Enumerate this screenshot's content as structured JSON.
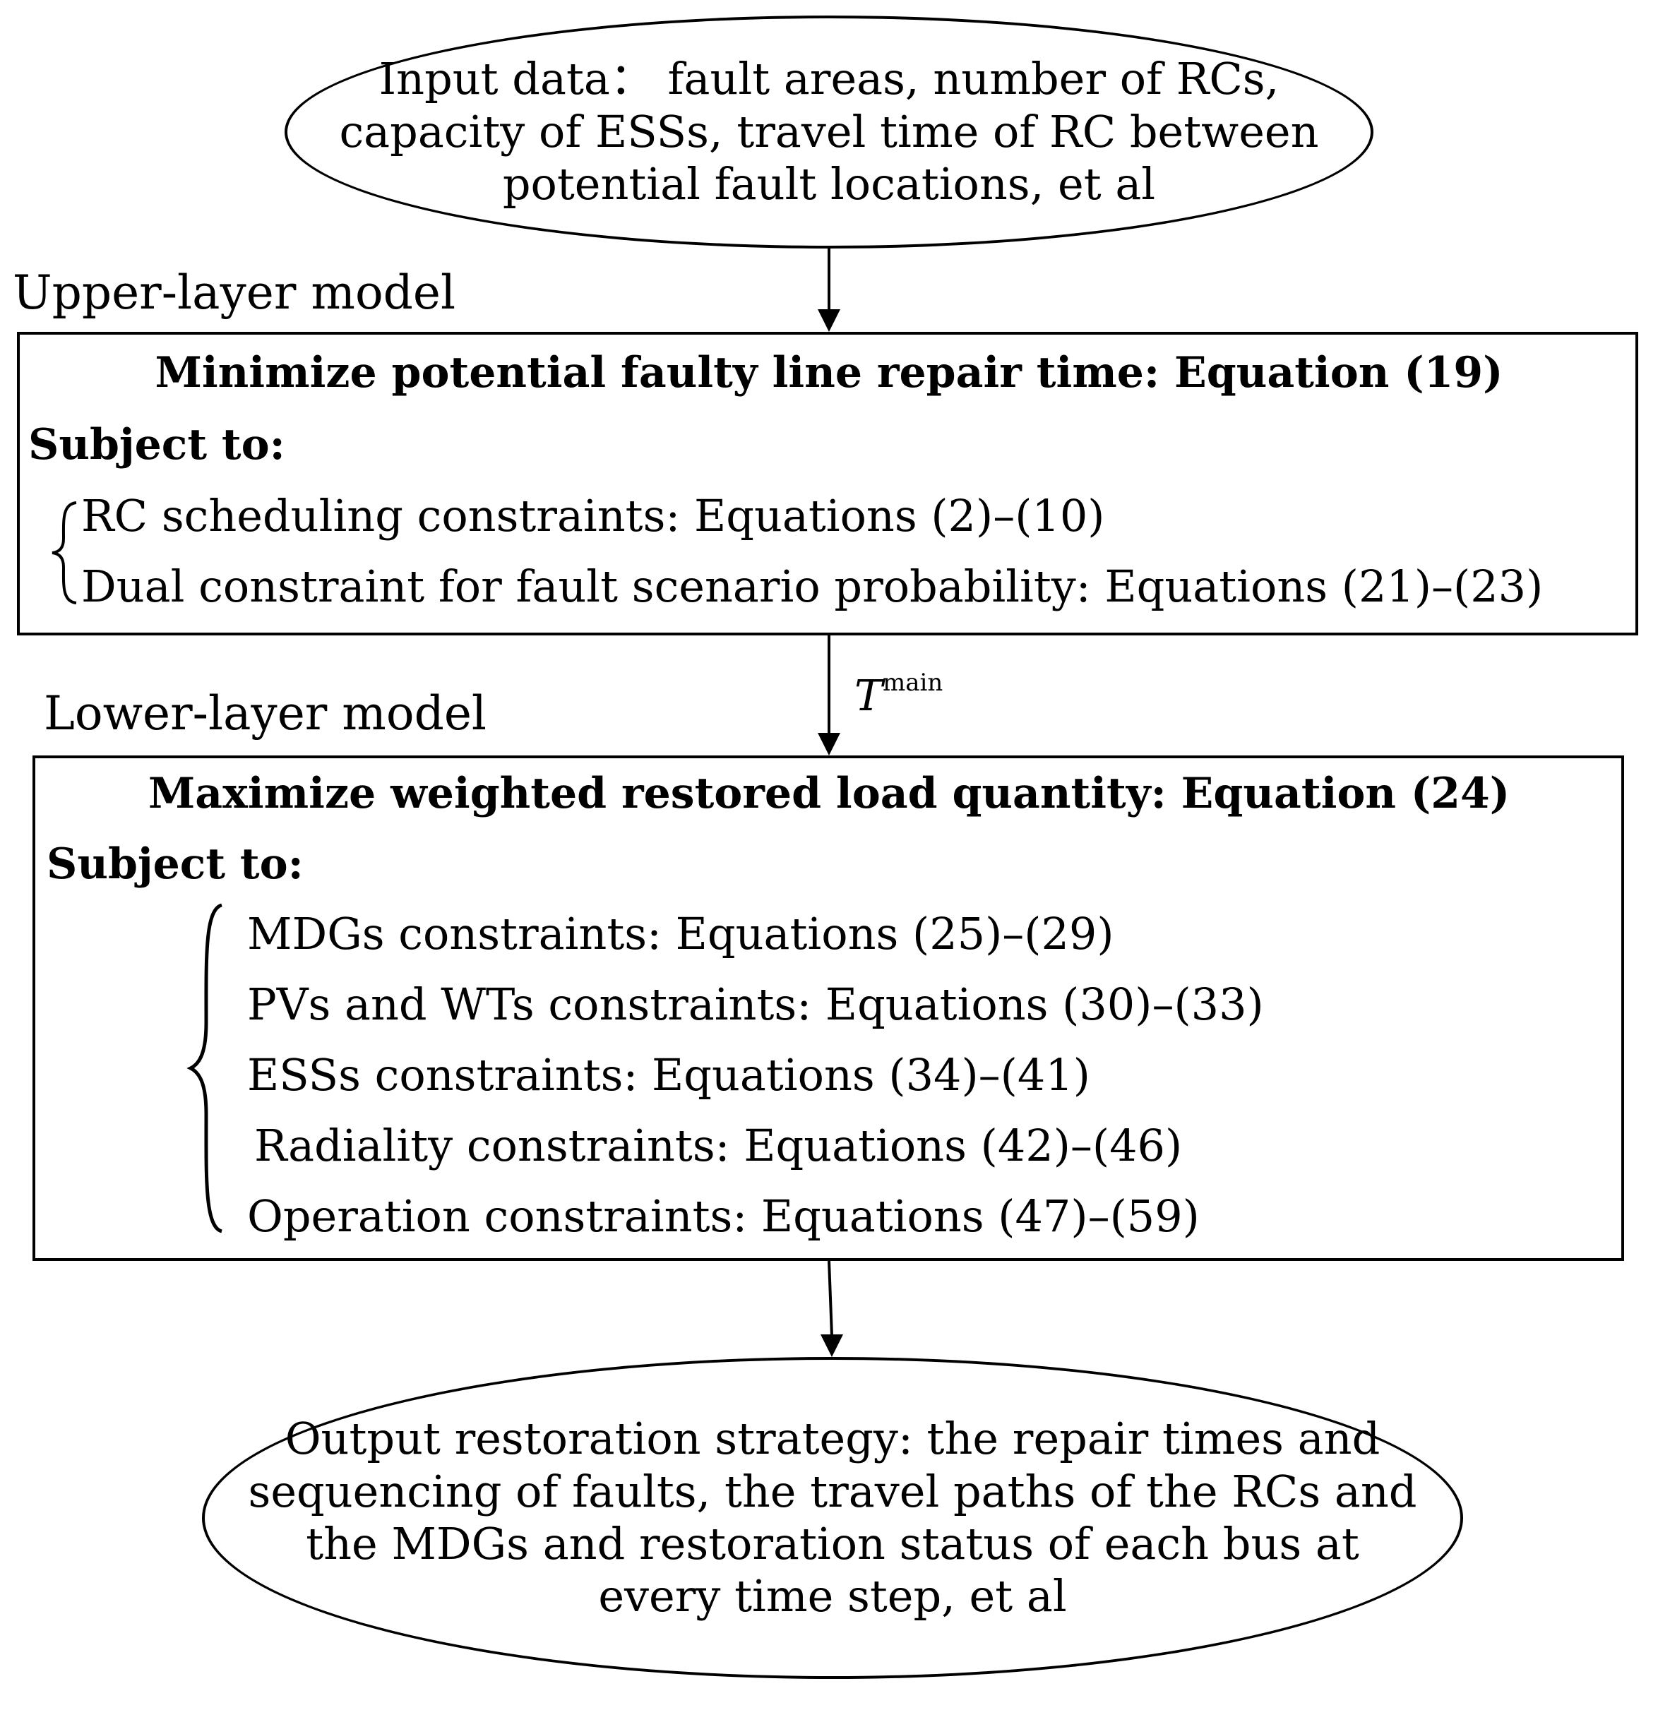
{
  "input": {
    "lines": [
      "Input data： fault areas, number of RCs,",
      "capacity of ESSs, travel time of RC between",
      "potential fault locations, et al"
    ]
  },
  "upper": {
    "label": "Upper-layer model",
    "objective": "Minimize potential faulty line repair time: Equation (19)",
    "subject": "Subject to:",
    "constraints": [
      "RC scheduling constraints: Equations (2)–(10)",
      "Dual constraint for fault scenario probability: Equations (21)–(23)"
    ]
  },
  "link": {
    "symbol": "T",
    "superscript": "main"
  },
  "lower": {
    "label": "Lower-layer model",
    "objective": "Maximize weighted restored load quantity: Equation (24)",
    "subject": "Subject to:",
    "constraints": [
      "MDGs constraints: Equations (25)–(29)",
      "PVs and WTs constraints: Equations (30)–(33)",
      "ESSs constraints: Equations (34)–(41)",
      "Radiality constraints: Equations (42)–(46)",
      "Operation constraints: Equations (47)–(59)"
    ]
  },
  "output": {
    "lines": [
      "Output  restoration strategy: the repair times and",
      "sequencing of faults, the travel paths of the RCs and",
      "the MDGs and restoration status of each bus at",
      "every time step, et al"
    ]
  }
}
